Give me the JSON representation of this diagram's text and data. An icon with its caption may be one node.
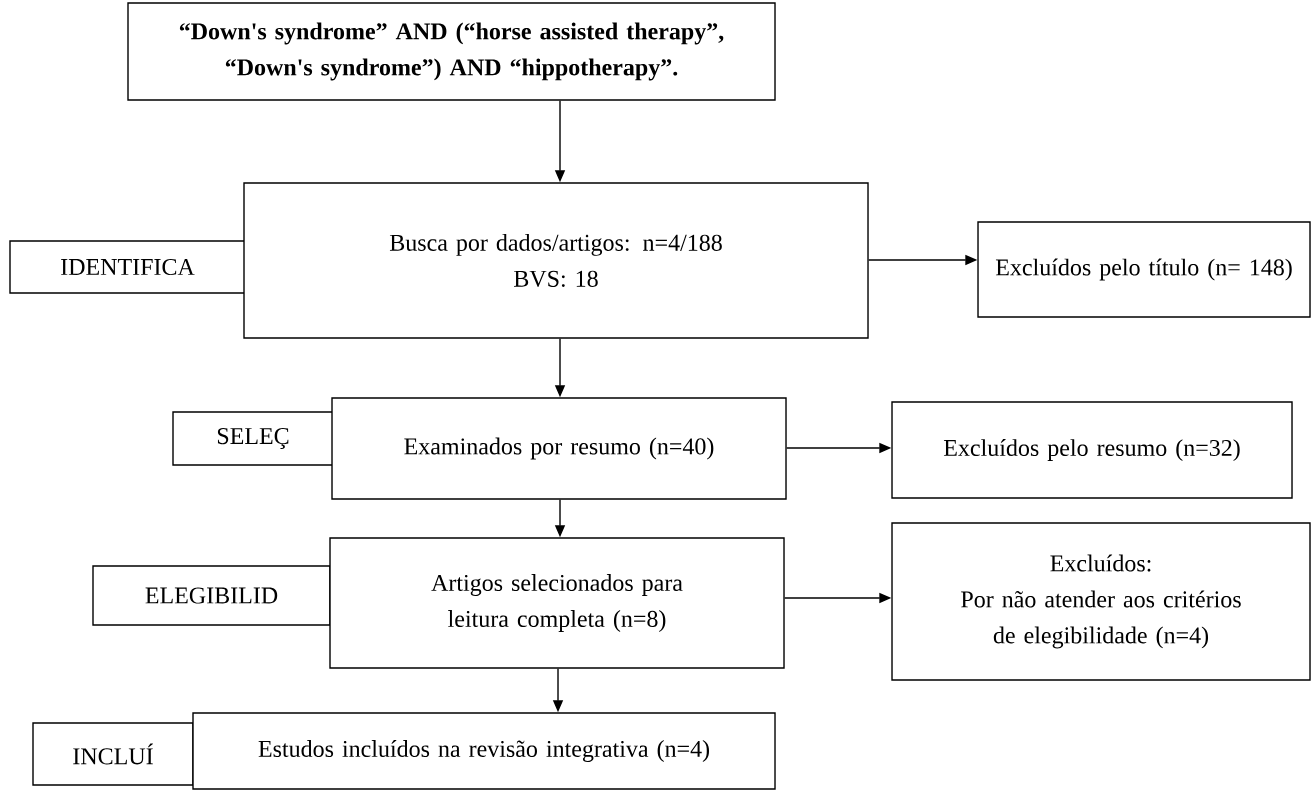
{
  "diagram": {
    "nodes": [
      {
        "text": [
          "“Down's syndrome” AND (“horse assisted therapy”, “Down's syndrome”) AND “hippotherapy”."
        ]
      },
      {
        "text": [
          "IDENTIFICA"
        ]
      },
      {
        "text": [
          "Busca por dados/artigos: n=4/188",
          "BVS: 18"
        ]
      },
      {
        "text": [
          "Excluídos pelo título (n= 148)"
        ]
      },
      {
        "text": [
          "SELEÇ"
        ]
      },
      {
        "text": [
          "Examinados por resumo (n=40)"
        ]
      },
      {
        "text": [
          "Excluídos pelo resumo (n=32)"
        ]
      },
      {
        "text": [
          "ELEGIBILID"
        ]
      },
      {
        "text": [
          "Artigos selecionados para leitura completa (n=8)"
        ]
      },
      {
        "text": [
          "Excluídos:",
          "Por não atender aos critérios de elegibilidade (n=4)"
        ]
      },
      {
        "text": [
          "INCLUÍ"
        ]
      },
      {
        "text": [
          "Estudos incluídos na revisão integrativa (n=4)"
        ]
      }
    ],
    "edges": [
      {
        "from": 0,
        "to": 2,
        "arrow": "to"
      },
      {
        "from": 2,
        "to": 3,
        "arrow": "to"
      },
      {
        "from": 2,
        "to": 5,
        "arrow": "to"
      },
      {
        "from": 5,
        "to": 6,
        "arrow": "to"
      },
      {
        "from": 5,
        "to": 8,
        "arrow": "to"
      },
      {
        "from": 8,
        "to": 9,
        "arrow": "to"
      },
      {
        "from": 8,
        "to": 11,
        "arrow": "to"
      }
    ]
  }
}
